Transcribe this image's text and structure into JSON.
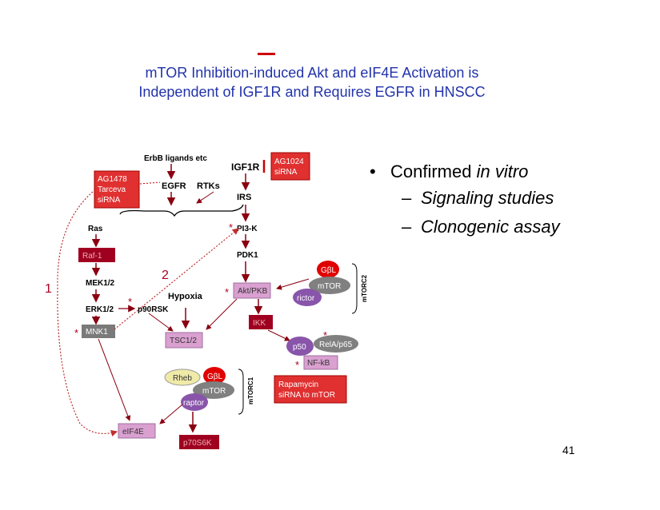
{
  "slide": {
    "title_line1": "mTOR Inhibition-induced Akt and eIF4E Activation is",
    "title_line2": "Independent of IGF1R and Requires EGFR in HNSCC",
    "page_number": "41",
    "bullets": {
      "main_prefix": "Confirmed ",
      "main_italic": "in vitro",
      "sub": [
        "Signaling studies",
        "Clonogenic assay"
      ]
    },
    "colors": {
      "title": "#2233aa",
      "accent_red": "#cc0000",
      "dark_red": "#a00020",
      "pink": "#d9a0d0",
      "purple": "#8855aa",
      "gray": "#7a7a7a"
    }
  },
  "diagram": {
    "labels": {
      "erbb_ligands": "ErbB ligands etc",
      "igf1r": "IGF1R",
      "egfr": "EGFR",
      "rtks": "RTKs",
      "irs": "IRS",
      "ras": "Ras",
      "pi3k": "PI3-K",
      "pdk1": "PDK1",
      "mek12": "MEK1/2",
      "erk12": "ERK1/2",
      "p90rsk": "p90RSK",
      "hypoxia": "Hypoxia",
      "mtorc2": "mTORC2",
      "mtorc1": "mTORC1",
      "path1": "1",
      "path2": "2",
      "star": "*"
    },
    "boxes": {
      "ag1478_l1": "AG1478",
      "ag1478_l2": "Tarceva",
      "ag1478_l3": "siRNA",
      "ag1024_l1": "AG1024",
      "ag1024_l2": "siRNA",
      "raf1": "Raf-1",
      "mnk1": "MNK1",
      "akt": "Akt/PKB",
      "tsc": "TSC1/2",
      "ikk": "IKK",
      "nfkb": "NF-kB",
      "rapa_l1": "Rapamycin",
      "rapa_l2": "siRNA to mTOR",
      "eif4e": "eIF4E",
      "p70s6k": "p70S6K"
    },
    "ovals": {
      "gbl_c2": "GβL",
      "mtor_c2": "mTOR",
      "rictor": "rictor",
      "p50": "p50",
      "relap65": "RelA/p65",
      "rheb": "Rheb",
      "gbl_c1": "GβL",
      "mtor_c1": "mTOR",
      "raptor": "raptor"
    }
  }
}
